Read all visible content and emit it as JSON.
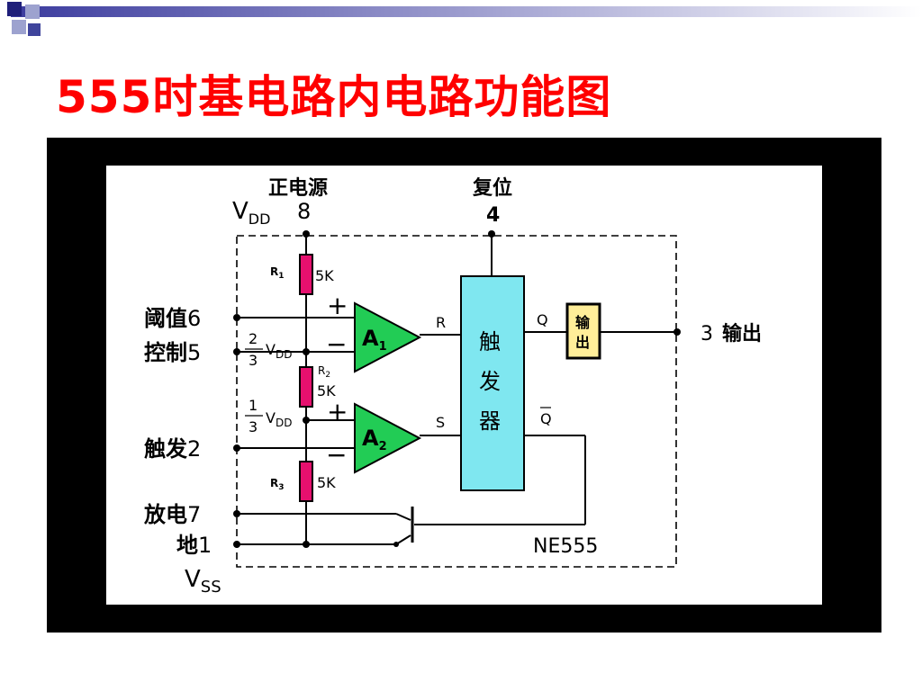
{
  "slide": {
    "title": "555时基电路内电路功能图"
  },
  "colors": {
    "title": "#ff0000",
    "comparator": "#22cc55",
    "flipflop": "#7fe7f0",
    "output_buffer": "#ffee99",
    "resistor": "#e6106e"
  },
  "icons": [
    "corner-squares-icon"
  ],
  "diagram": {
    "top_pins": {
      "power_label": "正电源",
      "vdd_label": "V",
      "vdd_sub": "DD",
      "vdd_pin": "8",
      "reset_label": "复位",
      "reset_pin": "4"
    },
    "left_pins": [
      {
        "label": "阈值",
        "pin": "6"
      },
      {
        "label": "控制",
        "pin": "5"
      },
      {
        "label": "触发",
        "pin": "2"
      },
      {
        "label": "放电",
        "pin": "7"
      },
      {
        "label": "地",
        "pin": "1"
      }
    ],
    "vss_label": "V",
    "vss_sub": "SS",
    "resistors": [
      {
        "name": "R",
        "sub": "1",
        "value": "5K"
      },
      {
        "name": "R",
        "sub": "2",
        "value": "5K"
      },
      {
        "name": "R",
        "sub": "3",
        "value": "5K"
      }
    ],
    "ref_two_thirds": {
      "num": "2",
      "den": "3",
      "v": "V",
      "sub": "DD"
    },
    "ref_one_third": {
      "num": "1",
      "den": "3",
      "v": "V",
      "sub": "DD"
    },
    "comparators": [
      {
        "name": "A",
        "sub": "1",
        "plus": "+",
        "minus": "−"
      },
      {
        "name": "A",
        "sub": "2",
        "plus": "+",
        "minus": "−"
      }
    ],
    "flipflop": {
      "line1": "触",
      "line2": "发",
      "line3": "器",
      "r": "R",
      "s": "S",
      "q": "Q",
      "qbar": "Q"
    },
    "output_buffer": {
      "line1": "输",
      "line2": "出"
    },
    "output_pin": {
      "pin": "3",
      "label": "输出"
    },
    "chip_name": "NE555"
  }
}
